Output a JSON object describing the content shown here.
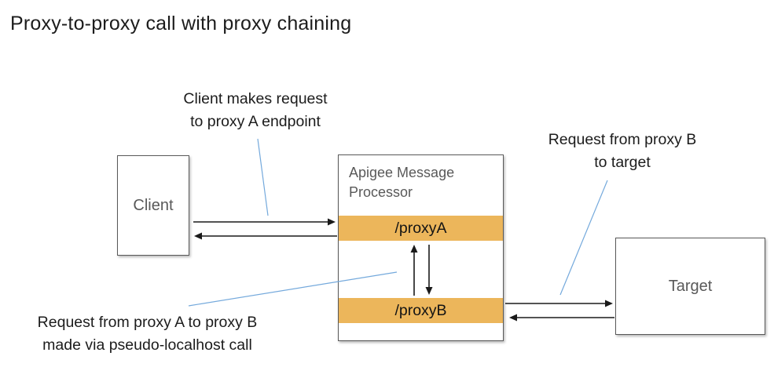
{
  "title": "Proxy-to-proxy call with proxy chaining",
  "colors": {
    "lane_orange": "#ECB65B",
    "callout_blue": "#74A9DC",
    "box_border_gray": "#595959",
    "box_text_gray": "#595959",
    "arrow_black": "#1A1A1A"
  },
  "boxes": {
    "client": {
      "label": "Client"
    },
    "processor": {
      "title": "Apigee Message Processor",
      "lanes": [
        {
          "label": "/proxyA"
        },
        {
          "label": "/proxyB"
        }
      ]
    },
    "target": {
      "label": "Target"
    }
  },
  "annotations": {
    "client_request": {
      "line1": "Client makes request",
      "line2": "to proxy A endpoint"
    },
    "proxy_b_to_target": {
      "line1": "Request from proxy B",
      "line2": "to target"
    },
    "proxy_a_to_b": {
      "line1": "Request from proxy A to proxy B",
      "line2": "made via pseudo-localhost call"
    }
  }
}
